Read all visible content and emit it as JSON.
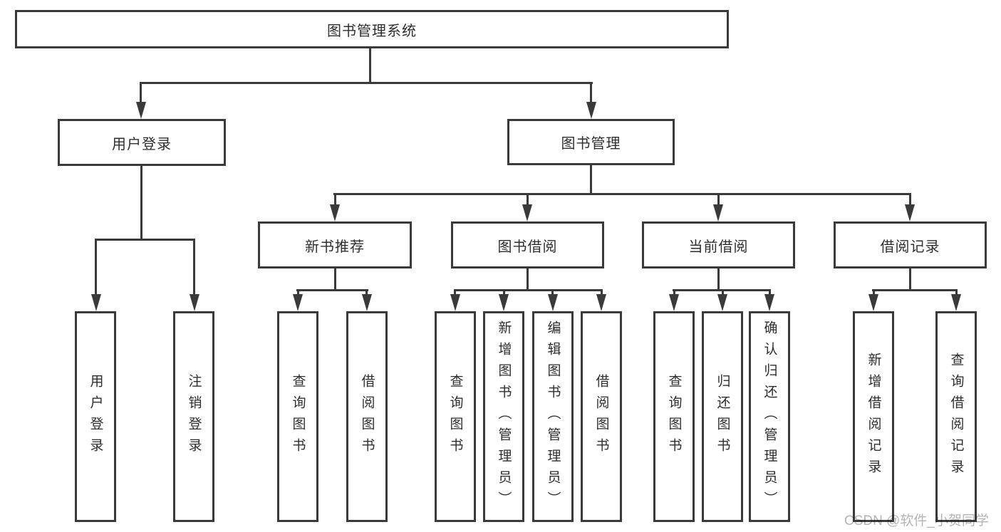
{
  "diagram": {
    "root": {
      "label": "图书管理系统"
    },
    "branches": [
      {
        "label": "用户登录",
        "children": [
          {
            "label": "用户登录"
          },
          {
            "label": "注销登录"
          }
        ]
      },
      {
        "label": "图书管理",
        "children": [
          {
            "label": "新书推荐",
            "children": [
              {
                "label": "查询图书"
              },
              {
                "label": "借阅图书"
              }
            ]
          },
          {
            "label": "图书借阅",
            "children": [
              {
                "label": "查询图书"
              },
              {
                "label": "新增图书（管理员）"
              },
              {
                "label": "编辑图书（管理员）"
              },
              {
                "label": "借阅图书"
              }
            ]
          },
          {
            "label": "当前借阅",
            "children": [
              {
                "label": "查询图书"
              },
              {
                "label": "归还图书"
              },
              {
                "label": "确认归还（管理员）"
              }
            ]
          },
          {
            "label": "借阅记录",
            "children": [
              {
                "label": "新增借阅记录"
              },
              {
                "label": "查询借阅记录"
              }
            ]
          }
        ]
      }
    ]
  },
  "watermark": {
    "label": "CSDN @软件_小贺同学",
    "color": "#b4b4b4"
  },
  "colors": {
    "line": "#3a3a3a",
    "text": "#2e2e2e",
    "background": "#ffffff"
  }
}
